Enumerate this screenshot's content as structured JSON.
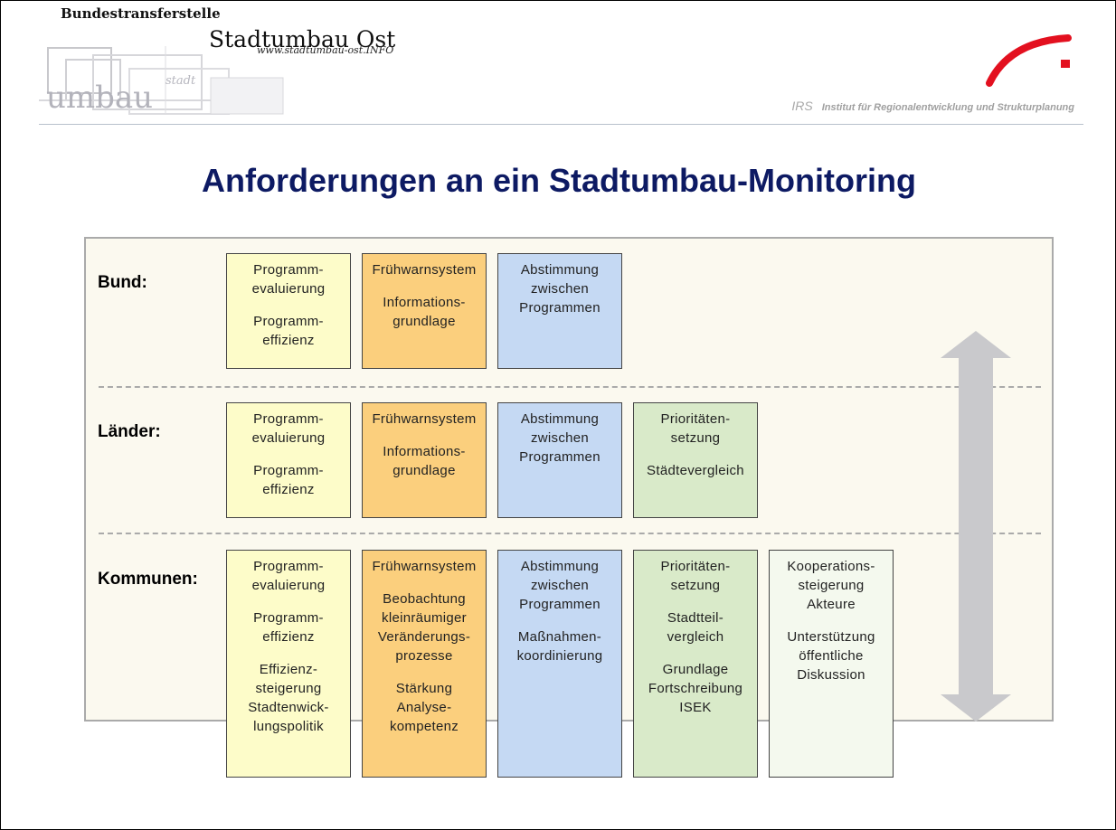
{
  "header": {
    "brand_top": "Bundestransferstelle",
    "brand_title": "Stadtumbau Ost",
    "brand_url": "www.stadtumbau-ost.INFO",
    "logo_word": "umbau",
    "logo_word_small": "stadt",
    "irs_abbr": "IRS",
    "irs_name": "Institut für Regionalentwicklung und Strukturplanung",
    "accent_color": "#e3101f"
  },
  "title": "Anforderungen an ein Stadtumbau-Monitoring",
  "rows": [
    {
      "label": "Bund:",
      "boxes": [
        {
          "color": "yellow",
          "groups": [
            [
              "Programm-",
              "evaluierung"
            ],
            [
              "Programm-",
              "effizienz"
            ]
          ]
        },
        {
          "color": "orange",
          "groups": [
            [
              "Frühwarnsystem"
            ],
            [
              "Informations-",
              "grundlage"
            ]
          ]
        },
        {
          "color": "blue",
          "groups": [
            [
              "Abstimmung",
              "zwischen",
              "Programmen"
            ]
          ]
        }
      ]
    },
    {
      "label": "Länder:",
      "boxes": [
        {
          "color": "yellow",
          "groups": [
            [
              "Programm-",
              "evaluierung"
            ],
            [
              "Programm-",
              "effizienz"
            ]
          ]
        },
        {
          "color": "orange",
          "groups": [
            [
              "Frühwarnsystem"
            ],
            [
              "Informations-",
              "grundlage"
            ]
          ]
        },
        {
          "color": "blue",
          "groups": [
            [
              "Abstimmung",
              "zwischen",
              "Programmen"
            ]
          ]
        },
        {
          "color": "green",
          "groups": [
            [
              "Prioritäten-",
              "setzung"
            ],
            [
              "Städtevergleich"
            ]
          ]
        }
      ]
    },
    {
      "label": "Kommunen:",
      "boxes": [
        {
          "color": "yellow",
          "groups": [
            [
              "Programm-",
              "evaluierung"
            ],
            [
              "Programm-",
              "effizienz"
            ],
            [
              "Effizienz-",
              "steigerung",
              "Stadtenwick-",
              "lungspolitik"
            ]
          ]
        },
        {
          "color": "orange",
          "groups": [
            [
              "Frühwarnsystem"
            ],
            [
              "Beobachtung",
              "kleinräumiger",
              "Veränderungs-",
              "prozesse"
            ],
            [
              "Stärkung",
              "Analyse-",
              "kompetenz"
            ]
          ]
        },
        {
          "color": "blue",
          "groups": [
            [
              "Abstimmung",
              "zwischen",
              "Programmen"
            ],
            [
              "Maßnahmen-",
              "koordinierung"
            ]
          ]
        },
        {
          "color": "green",
          "groups": [
            [
              "Prioritäten-",
              "setzung"
            ],
            [
              "Stadtteil-",
              "vergleich"
            ],
            [
              "Grundlage",
              "Fortschreibung",
              "ISEK"
            ]
          ]
        },
        {
          "color": "pale",
          "groups": [
            [
              "Kooperations-",
              "steigerung",
              "Akteure"
            ],
            [
              "Unterstützung",
              "öffentliche",
              "Diskussion"
            ]
          ]
        }
      ]
    }
  ],
  "colors": {
    "yellow": "#fdfcc9",
    "orange": "#fbcf7d",
    "blue": "#c5d9f3",
    "green": "#d9eac9",
    "pale": "#f4f9ee",
    "arrow": "#c9c9cc",
    "title": "#0d1a63"
  },
  "icons": {
    "arrow": "double-vertical-arrow-icon",
    "brand_logo": "stadtumbau-logo-icon",
    "irs_logo": "irs-arc-logo-icon"
  }
}
